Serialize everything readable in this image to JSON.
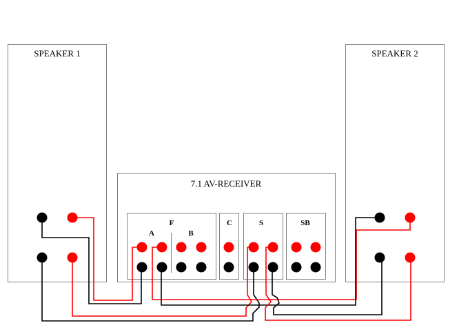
{
  "colors": {
    "positive": "#ff0000",
    "negative": "#000000",
    "border": "#808080"
  },
  "speaker1": {
    "title": "SPEAKER 1"
  },
  "speaker2": {
    "title": "SPEAKER 2"
  },
  "receiver": {
    "title": "7.1 AV-RECEIVER",
    "groups": [
      {
        "label": "F",
        "sub": [
          "A",
          "B"
        ]
      },
      {
        "label": "C"
      },
      {
        "label": "S"
      },
      {
        "label": "SB"
      }
    ]
  }
}
